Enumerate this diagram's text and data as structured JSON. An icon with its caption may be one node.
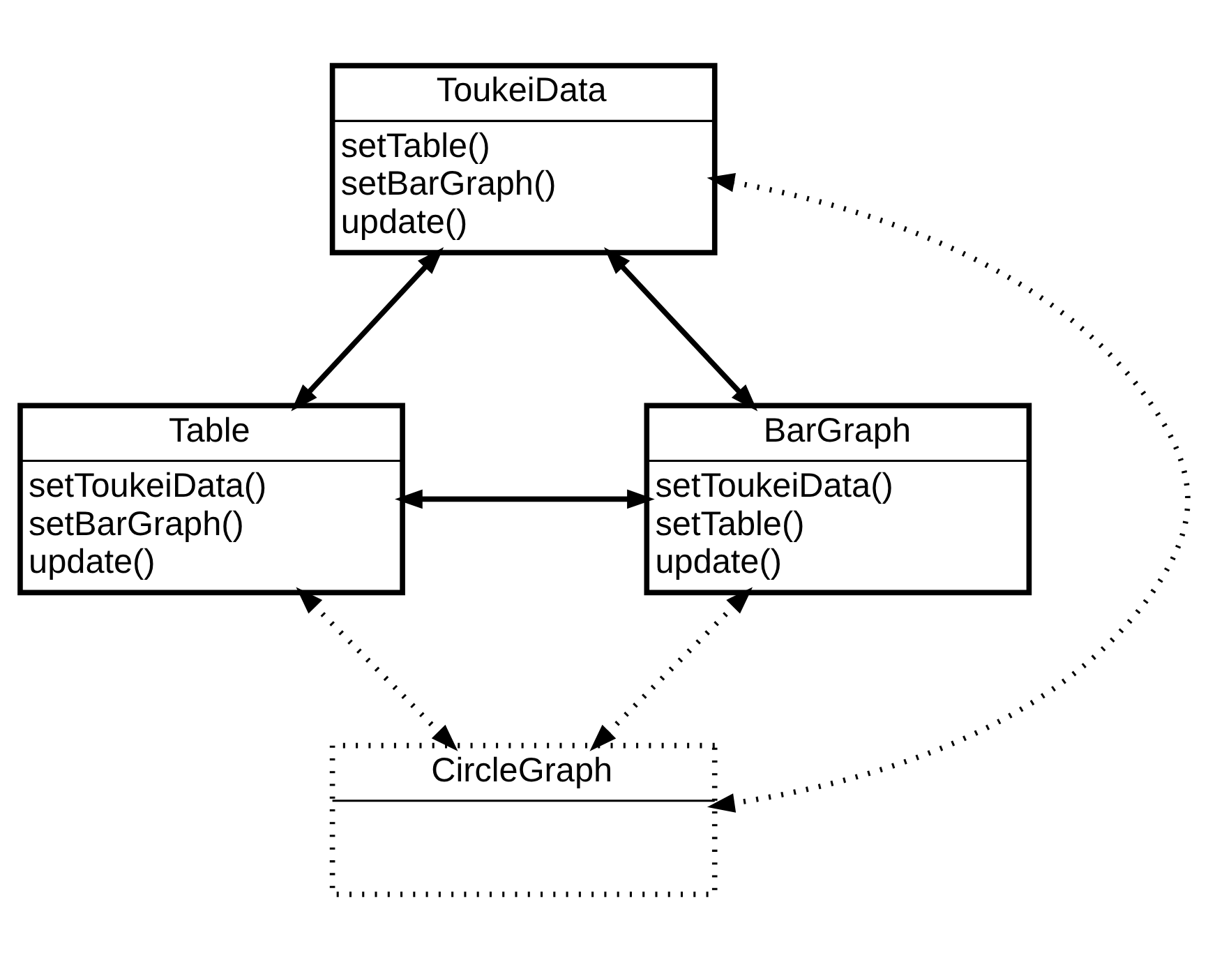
{
  "diagram": {
    "nodes": [
      {
        "text": [
          "ToukeiData",
          "setTable()",
          "setBarGraph()",
          "update()"
        ]
      },
      {
        "text": [
          "Table",
          "setToukeiData()",
          "setBarGraph()",
          "update()"
        ]
      },
      {
        "text": [
          "BarGraph",
          "setToukeiData()",
          "setTable()",
          "update()"
        ]
      },
      {
        "text": [
          "CircleGraph"
        ]
      }
    ],
    "edges": [
      {
        "from": 0,
        "to": 1,
        "arrow": "both"
      },
      {
        "from": 0,
        "to": 2,
        "arrow": "both"
      },
      {
        "from": 1,
        "to": 2,
        "arrow": "both"
      },
      {
        "from": 1,
        "to": 3,
        "arrow": "both",
        "style": "dashed"
      },
      {
        "from": 2,
        "to": 3,
        "arrow": "both",
        "style": "dashed"
      },
      {
        "from": 0,
        "to": 3,
        "arrow": "both",
        "style": "dashed"
      }
    ]
  }
}
